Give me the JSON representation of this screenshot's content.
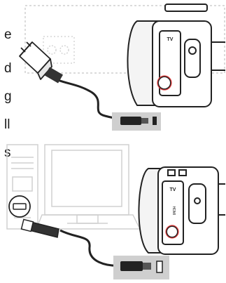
{
  "text_fragments": [
    "e",
    "d",
    "g",
    "ll",
    "s"
  ],
  "camera_labels": {
    "top": {
      "tv": "TV"
    },
    "bottom": {
      "tv": "TV",
      "hdmi": "HDMI"
    }
  }
}
